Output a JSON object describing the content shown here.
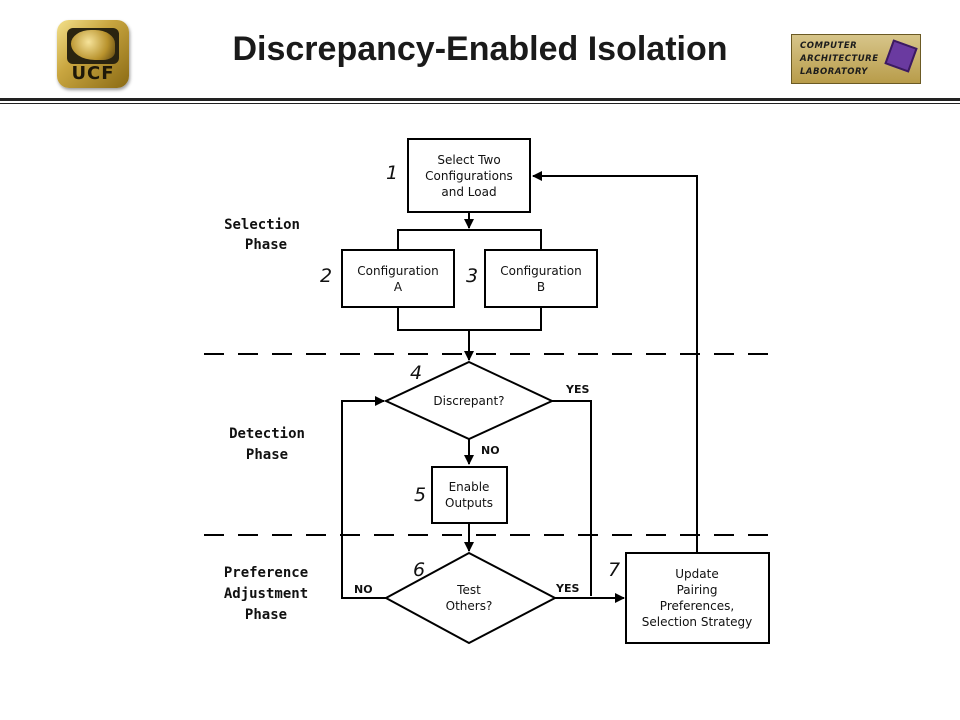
{
  "header": {
    "title": "Discrepancy-Enabled Isolation",
    "logo_left_text": "UCF",
    "logo_right_lines": [
      "COMPUTER",
      "ARCHITECTURE",
      "LABORATORY"
    ]
  },
  "phases": {
    "selection": [
      "Selection",
      "Phase"
    ],
    "detection": [
      "Detection",
      "Phase"
    ],
    "preference": [
      "Preference",
      "Adjustment",
      "Phase"
    ]
  },
  "nodes": {
    "n1": {
      "num": "1",
      "lines": [
        "Select Two",
        "Configurations",
        "and Load"
      ]
    },
    "n2": {
      "num": "2",
      "lines": [
        "Configuration",
        "A"
      ]
    },
    "n3": {
      "num": "3",
      "lines": [
        "Configuration",
        "B"
      ]
    },
    "n4": {
      "num": "4",
      "lines": [
        "Discrepant?"
      ]
    },
    "n5": {
      "num": "5",
      "lines": [
        "Enable",
        "Outputs"
      ]
    },
    "n6": {
      "num": "6",
      "lines": [
        "Test",
        "Others?"
      ]
    },
    "n7": {
      "num": "7",
      "lines": [
        "Update",
        "Pairing",
        "Preferences,",
        "Selection Strategy"
      ]
    }
  },
  "edge_labels": {
    "n4_yes": "YES",
    "n4_no": "NO",
    "n6_yes": "YES",
    "n6_no": "NO"
  }
}
